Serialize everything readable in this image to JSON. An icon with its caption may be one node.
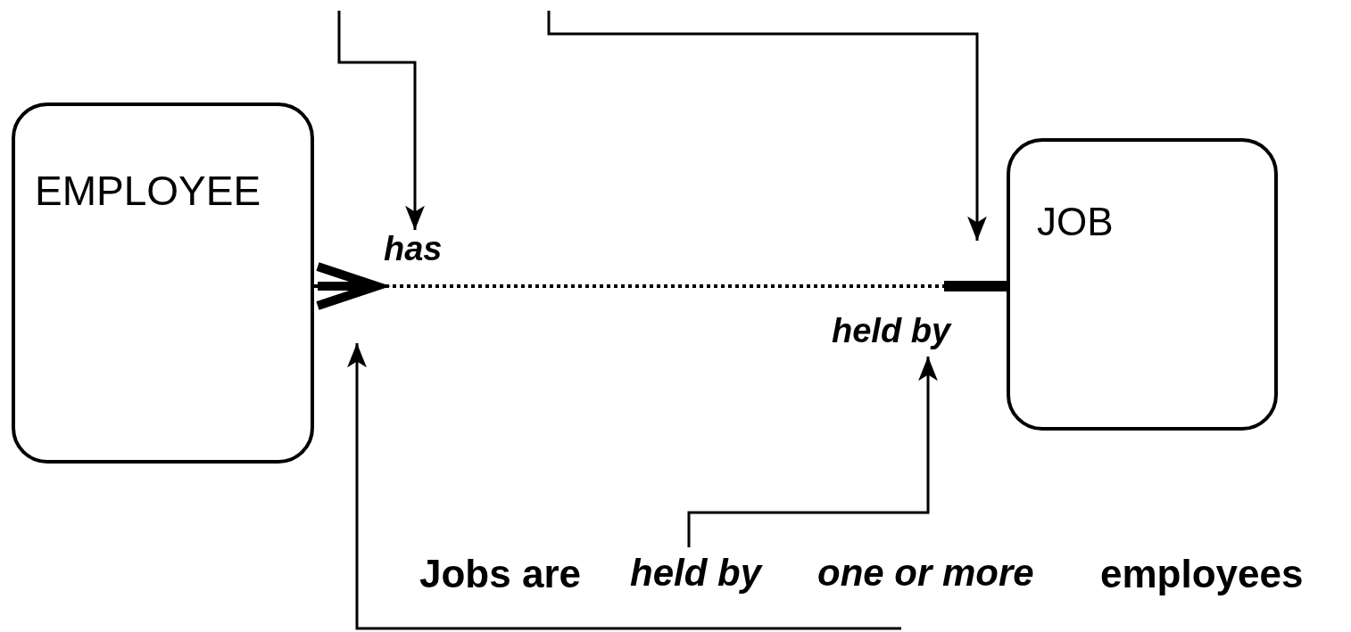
{
  "diagram": {
    "nodes": [
      {
        "text": [
          "EMPLOYEE"
        ]
      },
      {
        "text": [
          "JOB"
        ]
      },
      {
        "text": [
          "has"
        ]
      },
      {
        "text": [
          "held by"
        ]
      },
      {
        "text": [
          "held by"
        ]
      },
      {
        "text": [
          "one or more"
        ]
      }
    ],
    "edges": [
      {
        "from": 0,
        "to": 1,
        "arrow": "other",
        "style": "dashed"
      },
      {
        "from": null,
        "to": 2,
        "arrow": "to"
      },
      {
        "from": null,
        "to": 1,
        "arrow": "to"
      },
      {
        "from": 4,
        "to": 3,
        "arrow": "to"
      },
      {
        "from": 5,
        "to": null,
        "arrow": "to"
      }
    ],
    "labels": [
      "Jobs are",
      "employees"
    ]
  }
}
